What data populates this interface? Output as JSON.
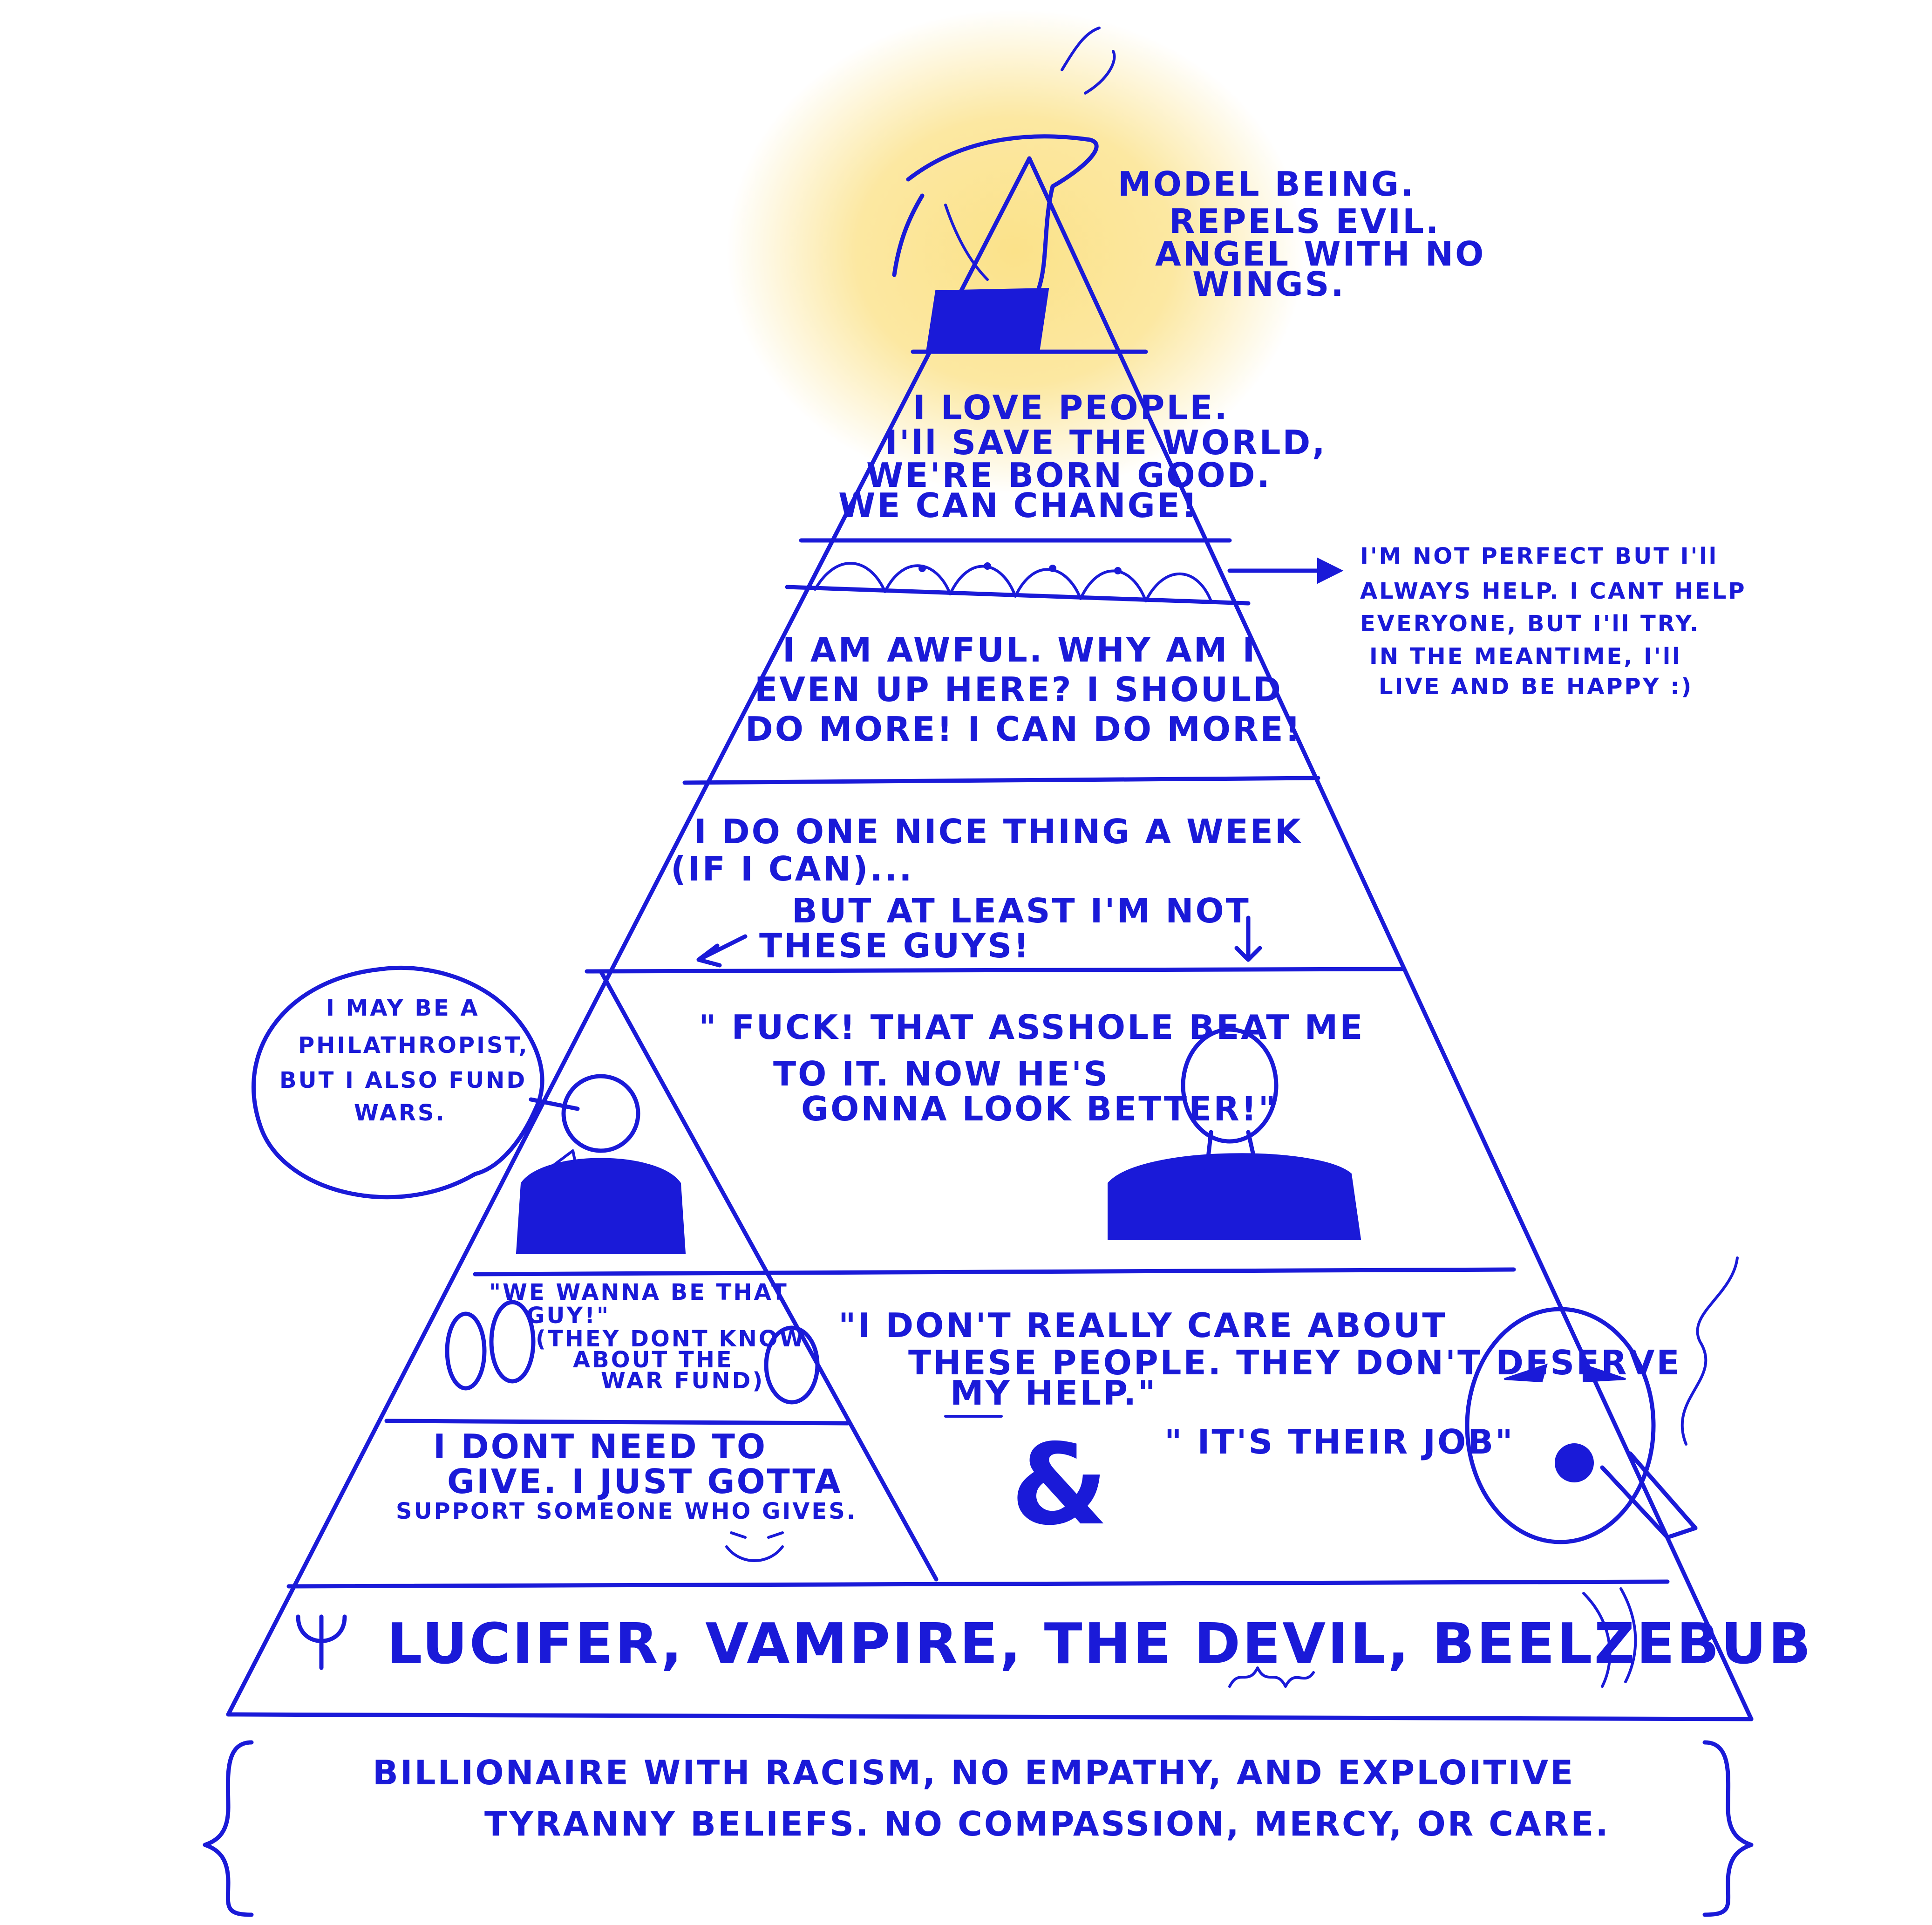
{
  "diagram": {
    "colors": {
      "ink": "#1a1ad8",
      "halo": "#fbe28a",
      "background": "#ffffff"
    },
    "tiers": {
      "top": {
        "label_1": "MODEL BEING.",
        "label_2": "REPELS EVIL.",
        "label_3": "ANGEL WITH NO",
        "label_4": "WINGS."
      },
      "tier2": {
        "line1": "I LOVE PEOPLE.",
        "line2": "I'll SAVE THE WORLD,",
        "line3": "WE'RE BORN GOOD.",
        "line4": "WE CAN CHANGE!"
      },
      "wave_note": {
        "line1": "I'M NOT PERFECT BUT I'll",
        "line2": "ALWAYS HELP. I CANT HELP",
        "line3": "EVERYONE, BUT I'll TRY.",
        "line4": "IN THE MEANTIME, I'll",
        "line5": "LIVE AND BE HAPPY :)"
      },
      "tier3": {
        "line1": "I AM AWFUL. WHY AM I",
        "line2": "EVEN UP HERE? I SHOULD",
        "line3": "DO MORE! I CAN DO MORE!"
      },
      "tier4": {
        "line1": "I DO ONE NICE THING A WEEK",
        "line2": "(IF I CAN)...",
        "line3": "BUT AT LEAST I'M NOT",
        "line4": "THESE GUYS!"
      },
      "tier5": {
        "speech": "I MAY BE A PHILATHROPIST, BUT I ALSO FUND WARS.",
        "speech_1": "I MAY BE A",
        "speech_2": "PHILATHROPIST,",
        "speech_3": "BUT I ALSO FUND",
        "speech_4": "WARS.",
        "quote_1": "\" FUCK! THAT ASSHOLE BEAT ME",
        "quote_2": "TO IT. NOW HE'S",
        "quote_3": "GONNA LOOK BETTER!\""
      },
      "tier6": {
        "left_1": "\"WE WANNA BE THAT",
        "left_2": "GUY!\"",
        "left_3": "(THEY DONT KNOW",
        "left_4": "ABOUT THE",
        "left_5": "WAR FUND)",
        "right_1": "\"I DON'T REALLY CARE ABOUT",
        "right_2": "THESE PEOPLE. THEY DON'T DESERVE",
        "right_3": "MY HELP.\"",
        "ampersand": "&",
        "right_4": "\" IT'S THEIR JOB\""
      },
      "tier7": {
        "line1": "I DONT NEED TO",
        "line2": "GIVE. I JUST GOTTA",
        "line3": "SUPPORT SOMEONE WHO GIVES."
      },
      "base": {
        "line": "LUCIFER, VAMPIRE, THE DEVIL, BEELZEBUB"
      },
      "bottom": {
        "line1": "BILLIONAIRE WITH RACISM, NO EMPATHY, AND EXPLOITIVE",
        "line2": "TYRANNY BELIEFS. NO COMPASSION, MERCY, OR CARE."
      }
    }
  }
}
